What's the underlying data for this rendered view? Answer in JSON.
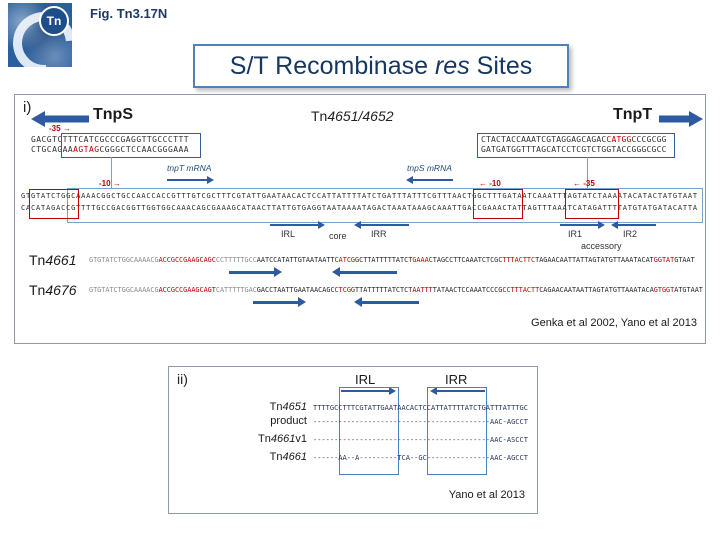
{
  "colors": {
    "accent_blue": "#2e5b9f",
    "navy": "#1f3864",
    "red": "#c00000"
  },
  "header": {
    "fig_label": "Fig. Tn3.17N",
    "logo_text": "Tn",
    "title_prefix": "S/T Recombinase ",
    "title_italic": "res",
    "title_suffix": " Sites"
  },
  "panel_i": {
    "label": "i)",
    "tnps_label": "TnpS",
    "tnpt_label": "TnpT",
    "tn_name_prefix": "Tn",
    "tn_name_italic": "4651/4652",
    "left_box": {
      "minus35_label": "-35 →",
      "line1": "GACGTCTTTCATCGCCCGAGGTTGCCCTTT",
      "line2_segments": [
        {
          "t": "CTGCAGAA",
          "c": "#333333"
        },
        {
          "t": "AGTAG",
          "c": "#c00000"
        },
        {
          "t": "CGGGCTCCAACGGGAAA",
          "c": "#333333"
        }
      ]
    },
    "tnpt_mrna": "tnpT mRNA",
    "tnps_mrna": "tnpS mRNA",
    "right_box": {
      "line1_segments": [
        {
          "t": "CTACTACCAAATCGTAGGAGCAGAC",
          "c": "#333333"
        },
        {
          "t": "CATGG",
          "c": "#c00000"
        },
        {
          "t": "CCCGCGG",
          "c": "#333333"
        }
      ],
      "line2": "GATGATGGTTTAGCATCCTCGTCTGGTACCGGGCGCC"
    },
    "main_seq": {
      "minus10_left_label": "-10 →",
      "minus10_right_label": "← -10",
      "minus35_right_label": "← -35",
      "line1": "GTGTATCTGGCAAAACGGCTGCCAACCACCGTTTGTCGCTTTCGTATTGAATAACACTCCATTATTTTATCTGATTTATTTCGTTTAACTGGCTTTGATAATCAAATTTAGTATCTAAAATACATACTATGTAAT",
      "line2": "CACATAGACCGTTTTGCCGACGGTTGGTGGCAAACAGCGAAAGCATAACTTATTGTGAGGTAATAAAATAGACTAAATAAAGCAAATTGACCGAAACTATTAGTTTAAATCATAGATTTTATGTATGATACATTA"
    },
    "region_labels": {
      "irl": "IRL",
      "core": "core",
      "irr": "IRR",
      "ir1": "IR1",
      "ir2": "IR2",
      "accessory": "accessory"
    },
    "tn_rows": [
      {
        "prefix": "Tn",
        "italic": "4661",
        "segments": [
          {
            "t": "GTGTATCTGGCAAAACG",
            "c": "#8a8a8a"
          },
          {
            "t": "ACCGCCGAAGCAGC",
            "c": "#c00000"
          },
          {
            "t": "CCTTTTTGCC",
            "c": "#8a8a8a"
          },
          {
            "t": "AATCCATATTGTAATAATT",
            "c": "#262626"
          },
          {
            "t": "CATCG",
            "c": "#c00000"
          },
          {
            "t": "GCTTATTTTTATCT",
            "c": "#262626"
          },
          {
            "t": "GAAAC",
            "c": "#c00000"
          },
          {
            "t": "TAGCCTTCAAATCTCGC",
            "c": "#262626"
          },
          {
            "t": "TTTACTTC",
            "c": "#c00000"
          },
          {
            "t": "TAGAACAATTATTAGTATGTTAAATACAT",
            "c": "#262626"
          },
          {
            "t": "GGTAT",
            "c": "#c00000"
          },
          {
            "t": "GTAAT",
            "c": "#262626"
          }
        ]
      },
      {
        "prefix": "Tn",
        "italic": "4676",
        "segments": [
          {
            "t": "GTGTATCTGGCAAAACG",
            "c": "#8a8a8a"
          },
          {
            "t": "ACCGCCGAAGCAGT",
            "c": "#c00000"
          },
          {
            "t": "CATTTTTGAC",
            "c": "#8a8a8a"
          },
          {
            "t": "GACCTAATTGAATAACAGC",
            "c": "#262626"
          },
          {
            "t": "CTCGG",
            "c": "#c00000"
          },
          {
            "t": "TTATTTTTATCTCT",
            "c": "#262626"
          },
          {
            "t": "AATTT",
            "c": "#c00000"
          },
          {
            "t": "TATAACTCCAAATCCCG",
            "c": "#262626"
          },
          {
            "t": "CCTTTACTT",
            "c": "#c00000"
          },
          {
            "t": "CAGAACAATAATTAGTATGTTAAATACA",
            "c": "#262626"
          },
          {
            "t": "GTGGT",
            "c": "#c00000"
          },
          {
            "t": "ATGTAAT",
            "c": "#262626"
          }
        ]
      }
    ],
    "citation": "Genka et al 2002, Yano et al 2013"
  },
  "panel_ii": {
    "label": "ii)",
    "irl_label": "IRL",
    "irr_label": "IRR",
    "rows": [
      {
        "prefix": "Tn",
        "italic": "4651",
        "suffix": "",
        "seq": "TTTTGCCTTTCGTATTGAATAACACTCCATTATTTTATCTGATTTATTTGC"
      },
      {
        "prefix": "",
        "italic": "",
        "suffix": "product",
        "seq": "------------------------------------------AAC-AGCCT"
      },
      {
        "prefix": "Tn",
        "italic": "4661",
        "suffix": "v1",
        "seq": "------------------------------------------AAC-ASCCT"
      },
      {
        "prefix": "Tn",
        "italic": "4661",
        "suffix": "",
        "seq": "------AA--A---------TCA--GC---------------AAC-AGCCT"
      }
    ],
    "citation": "Yano et al 2013"
  }
}
